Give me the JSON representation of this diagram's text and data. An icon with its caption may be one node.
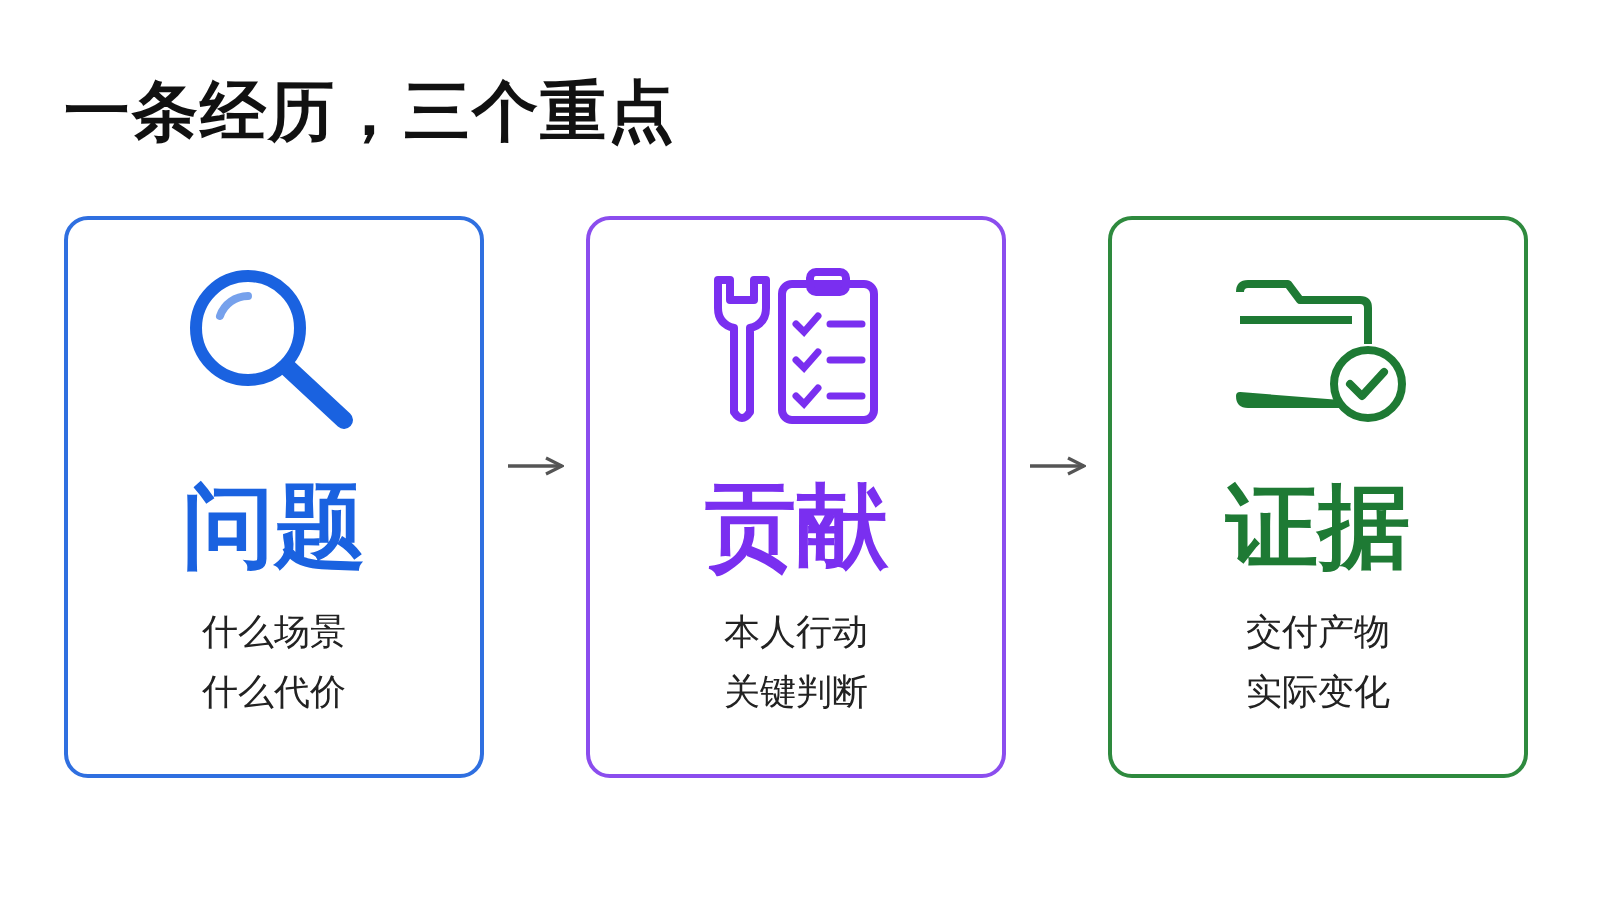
{
  "diagram": {
    "title": "一条经历，三个重点",
    "nodes": [
      {
        "text": [
          "问题",
          "什么场景",
          "什么代价"
        ]
      },
      {
        "text": [
          "贡献",
          "本人行动",
          "关键判断"
        ]
      },
      {
        "text": [
          "证据",
          "交付产物",
          "实际变化"
        ]
      }
    ],
    "edges": [
      {
        "from": 0,
        "to": 1,
        "arrow": "to"
      },
      {
        "from": 1,
        "to": 2,
        "arrow": "to"
      }
    ]
  }
}
